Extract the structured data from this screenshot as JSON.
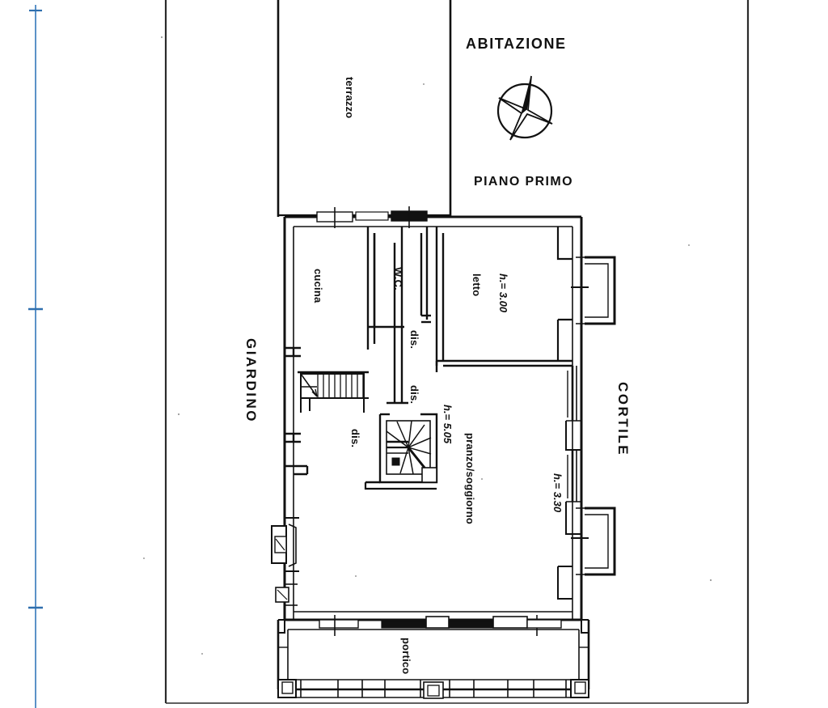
{
  "document": {
    "kind": "architectural-floor-plan",
    "title": "ABITAZIONE",
    "subtitle": "PIANO PRIMO",
    "ink_color": "#111111",
    "paper_color": "#ffffff",
    "margin_rule_color": "#3f7fbf"
  },
  "compass": {
    "name": "north-arrow",
    "label": ""
  },
  "rooms": [
    {
      "id": "terrazzo",
      "label": "terrazzo",
      "orientation": "vertical"
    },
    {
      "id": "cucina",
      "label": "cucina",
      "orientation": "vertical"
    },
    {
      "id": "wc",
      "label": "W.C.",
      "orientation": "vertical"
    },
    {
      "id": "letto",
      "label": "letto",
      "orientation": "vertical"
    },
    {
      "id": "dis1",
      "label": "dis.",
      "orientation": "vertical"
    },
    {
      "id": "dis2",
      "label": "dis.",
      "orientation": "vertical"
    },
    {
      "id": "dis3",
      "label": "dis.",
      "orientation": "vertical"
    },
    {
      "id": "soggiorno",
      "label": "pranzo/soggiorno",
      "orientation": "vertical"
    },
    {
      "id": "portico",
      "label": "portico",
      "orientation": "vertical"
    }
  ],
  "heights": [
    {
      "id": "h-letto",
      "label": "h.= 3.00"
    },
    {
      "id": "h-vano-scala",
      "label": "h.= 5.05"
    },
    {
      "id": "h-soggiorno",
      "label": "h.= 3.30"
    }
  ],
  "exterior_areas": [
    {
      "id": "giardino",
      "label": "GIARDINO"
    },
    {
      "id": "cortile",
      "label": "CORTILE"
    }
  ]
}
